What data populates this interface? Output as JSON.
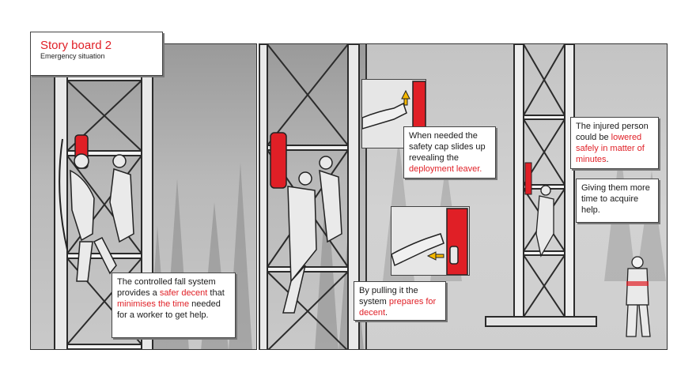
{
  "storyboard": {
    "title": "Story board 2",
    "subtitle": "Emergency situation"
  },
  "captions": {
    "panel1": {
      "p1": "The controlled fall system provides a ",
      "h1": "safer decent",
      "p2": " that ",
      "h2": "minimises the time",
      "p3": " needed for a worker to get help."
    },
    "panel2_top": {
      "p1": "When needed the safety cap slides up revealing the ",
      "h1": "deployment leaver."
    },
    "panel2_bottom": {
      "p1": "By pulling it the system ",
      "h1": "prepares for decent",
      "p2": "."
    },
    "panel3_top": {
      "p1": "The injured person could be ",
      "h1": "lowered safely in matter of minutes",
      "p2": "."
    },
    "panel3_bottom": {
      "text": "Giving them more time to acquire help."
    }
  },
  "colors": {
    "accent": "#e01f26",
    "frame": "#333333",
    "sky": "#b0b0b0"
  },
  "icons": [
    "arrow-up-icon",
    "arrow-left-icon"
  ]
}
